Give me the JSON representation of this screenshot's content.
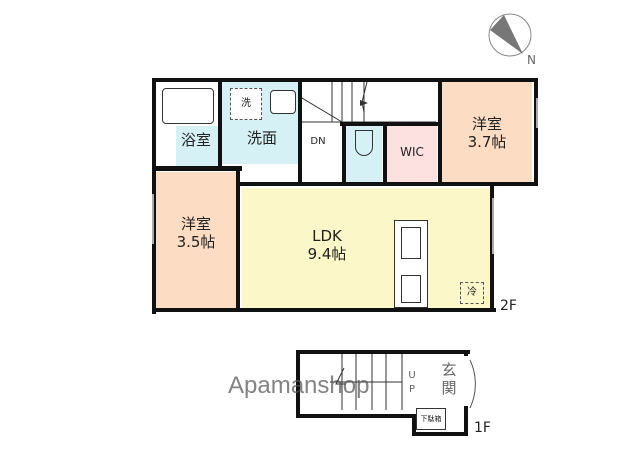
{
  "floorplan": {
    "compass": {
      "label": "N"
    },
    "floor2": {
      "label": "2F",
      "rooms": {
        "bathroom": {
          "name": "浴室"
        },
        "washroom": {
          "name": "洗面",
          "washer": "洗"
        },
        "stairs_down": {
          "label": "DN"
        },
        "wic": {
          "name": "WIC"
        },
        "western_room_a": {
          "name": "洋室",
          "size": "3.7帖"
        },
        "western_room_b": {
          "name": "洋室",
          "size": "3.5帖"
        },
        "ldk": {
          "name": "LDK",
          "size": "9.4帖"
        },
        "fridge": {
          "label": "冷"
        }
      }
    },
    "floor1": {
      "label": "1F",
      "stairs_up": {
        "label_u": "U",
        "label_p": "P"
      },
      "entrance": {
        "name_1": "玄",
        "name_2": "関"
      },
      "shoe_box": {
        "label": "下駄箱"
      }
    },
    "watermark": "Apamanshop",
    "colors": {
      "wet_area": "#d5f1f5",
      "wic": "#fde0e0",
      "western": "#fcdcc2",
      "ldk": "#fbf7c8",
      "wall": "#111111"
    }
  }
}
